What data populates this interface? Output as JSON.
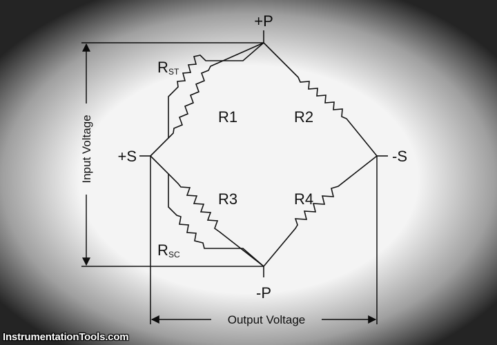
{
  "diagram": {
    "nodes": {
      "top": "+P",
      "bottom": "-P",
      "left": "+S",
      "right": "-S"
    },
    "resistors": {
      "r1": "R1",
      "r2": "R2",
      "r3": "R3",
      "r4": "R4",
      "rst_main": "R",
      "rst_sub": "ST",
      "rsc_main": "R",
      "rsc_sub": "SC"
    },
    "dimensions": {
      "input": "Input Voltage",
      "output": "Output Voltage"
    }
  },
  "watermark": "InstrumentationTools.com"
}
